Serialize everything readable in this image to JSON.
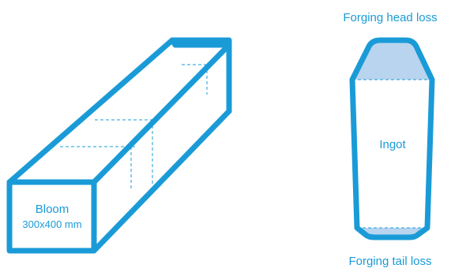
{
  "colors": {
    "stroke": "#1a9bd7",
    "loss_fill": "#b9d4ee",
    "background": "#ffffff"
  },
  "bloom": {
    "label": "Bloom",
    "size": "300x400 mm"
  },
  "ingot": {
    "label": "Ingot",
    "head_loss_label": "Forging head loss",
    "tail_loss_label": "Forging tail loss"
  }
}
